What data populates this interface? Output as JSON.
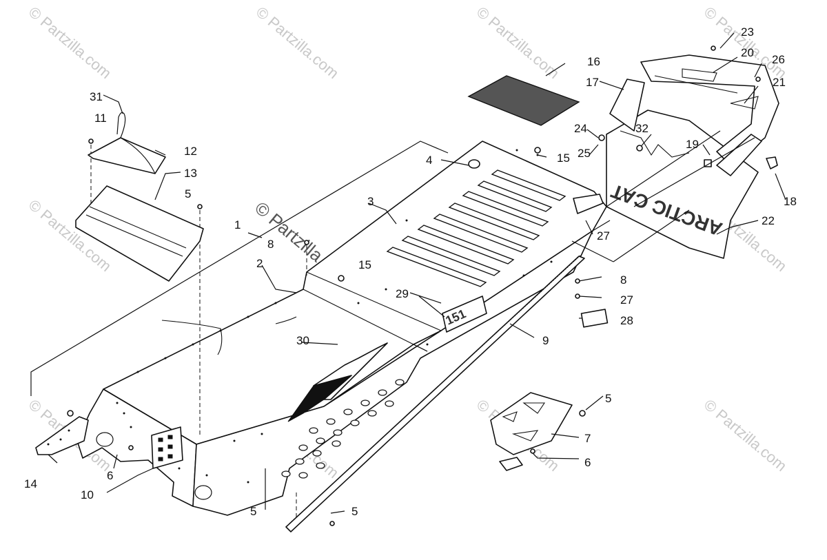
{
  "watermark": {
    "text": "© Partzilla.com",
    "center_text": "© Partzilla.com"
  },
  "bumper_logo": "ARCTIC CAT",
  "decal_text": "151",
  "callouts": [
    "1",
    "2",
    "3",
    "4",
    "5",
    "5",
    "5",
    "5",
    "6",
    "6",
    "7",
    "8",
    "8",
    "9",
    "10",
    "11",
    "12",
    "13",
    "14",
    "15",
    "15",
    "16",
    "17",
    "18",
    "19",
    "20",
    "21",
    "22",
    "23",
    "24",
    "25",
    "26",
    "27",
    "27",
    "28",
    "29",
    "30",
    "31",
    "32"
  ]
}
